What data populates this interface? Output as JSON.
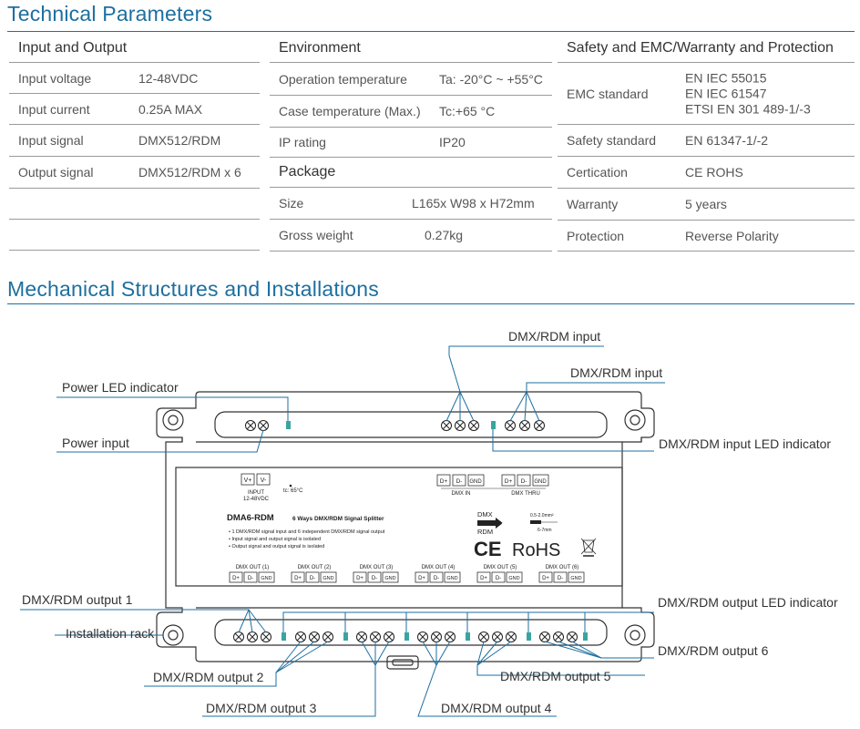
{
  "sections": {
    "technical_title": "Technical Parameters",
    "mechanical_title": "Mechanical Structures and Installations"
  },
  "input_output": {
    "heading": "Input and Output",
    "rows": [
      {
        "label": "Input voltage",
        "value": "12-48VDC"
      },
      {
        "label": "Input current",
        "value": "0.25A MAX"
      },
      {
        "label": "Input signal",
        "value": "DMX512/RDM"
      },
      {
        "label": "Output signal",
        "value": "DMX512/RDM x 6"
      }
    ]
  },
  "environment": {
    "heading": "Environment",
    "rows": [
      {
        "label": "Operation temperature",
        "value": "Ta: -20°C ~ +55°C"
      },
      {
        "label": "Case temperature (Max.)",
        "value": "Tc:+65 °C"
      },
      {
        "label": "IP rating",
        "value": "IP20"
      }
    ]
  },
  "package": {
    "heading": "Package",
    "rows": [
      {
        "label": "Size",
        "value": "L165x W98 x H72mm"
      },
      {
        "label": "Gross weight",
        "value": "0.27kg"
      }
    ]
  },
  "safety": {
    "heading": "Safety and EMC/Warranty  and Protection",
    "emc_label": "EMC standard",
    "emc_values": [
      "EN IEC 55015",
      "EN IEC 61547",
      "ETSI EN 301 489-1/-3"
    ],
    "rows": [
      {
        "label": "Safety standard",
        "value": "EN 61347-1/-2"
      },
      {
        "label": "Certication",
        "value": "CE ROHS"
      },
      {
        "label": "Warranty",
        "value": "5 years"
      },
      {
        "label": "Protection",
        "value": "Reverse Polarity"
      }
    ]
  },
  "diagram": {
    "callouts": {
      "dmx_input_top": "DMX/RDM input",
      "dmx_input_right": "DMX/RDM input",
      "power_led": "Power LED indicator",
      "power_input": "Power input",
      "input_led": "DMX/RDM input LED indicator",
      "out1": "DMX/RDM output 1",
      "output_led": "DMX/RDM output LED indicator",
      "install_rack": "Installation rack",
      "out6": "DMX/RDM output 6",
      "out2": "DMX/RDM output 2",
      "out5": "DMX/RDM output 5",
      "out3": "DMX/RDM output 3",
      "out4": "DMX/RDM output 4"
    },
    "label_panel": {
      "input_block": "INPUT",
      "input_voltage": "12-48VDC",
      "vplus": "V+",
      "vminus": "V-",
      "tc": "tc: 65°C",
      "model": "DMA6-RDM",
      "model_desc": "6 Ways DMX/RDM Signal Splitter",
      "bullets": [
        "1 DMX/RDM signal input and 6 independent DMX/RDM signal output",
        "Input signal and output signal is isolated",
        "Output signal and output signal is isolated"
      ],
      "dmx_in": "DMX IN",
      "dmx_thru": "DMX THRU",
      "dplus": "D+",
      "dminus": "D-",
      "gnd": "GND",
      "outputs": [
        "DMX OUT (1)",
        "DMX OUT (2)",
        "DMX OUT (3)",
        "DMX OUT (4)",
        "DMX OUT (5)",
        "DMX OUT (6)"
      ],
      "dmx_logo_top": "DMX",
      "dmx_logo_bottom": "RDM",
      "wire_spec_1": "0.5-2.0mm²",
      "wire_spec_2": "6-7mm",
      "ce_mark": "CE",
      "rohs": "RoHS"
    }
  },
  "colors": {
    "accent": "#1d6fa0",
    "led": "#3aa5a0",
    "rule": "#9a9a9a"
  }
}
